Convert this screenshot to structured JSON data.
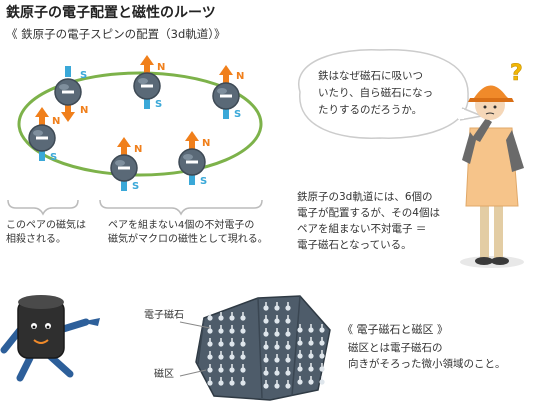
{
  "header": {
    "title": "鉄原子の電子配置と磁性のルーツ",
    "subtitle": "《 鉄原子の電子スピンの配置（3d軌道）》"
  },
  "electrons": {
    "north_label": "N",
    "south_label": "S",
    "colors": {
      "north": "#f07f1b",
      "south": "#3aa8d8",
      "body": "#5a6977",
      "orbit": "#7db24a"
    }
  },
  "captions": {
    "paired_line1": "このペアの磁気は",
    "paired_line2": "相殺される。",
    "unpaired_line1": "ペアを組まない4個の不対電子の",
    "unpaired_line2": "磁気がマクロの磁性として現れる。"
  },
  "speech_bubble": {
    "line1": "鉄はなぜ磁石に吸いつ",
    "line2": "いたり、自ら磁石になっ",
    "line3": "たりするのだろうか。"
  },
  "explanation": {
    "line1": "鉄原子の3d軌道には、6個の",
    "line2": "電子が配置するが、その4個は",
    "line3": "ペアを組まない不対電子 ＝",
    "line4": "電子磁石となっている。"
  },
  "domain_labels": {
    "electron_magnet": "電子磁石",
    "domain": "磁区"
  },
  "domain_note": {
    "heading": "《 電子磁石と磁区 》",
    "line1": "磁区とは電子磁石の",
    "line2": "向きがそろった微小領域のこと。"
  },
  "character_decoration": {
    "question_mark": "?"
  }
}
